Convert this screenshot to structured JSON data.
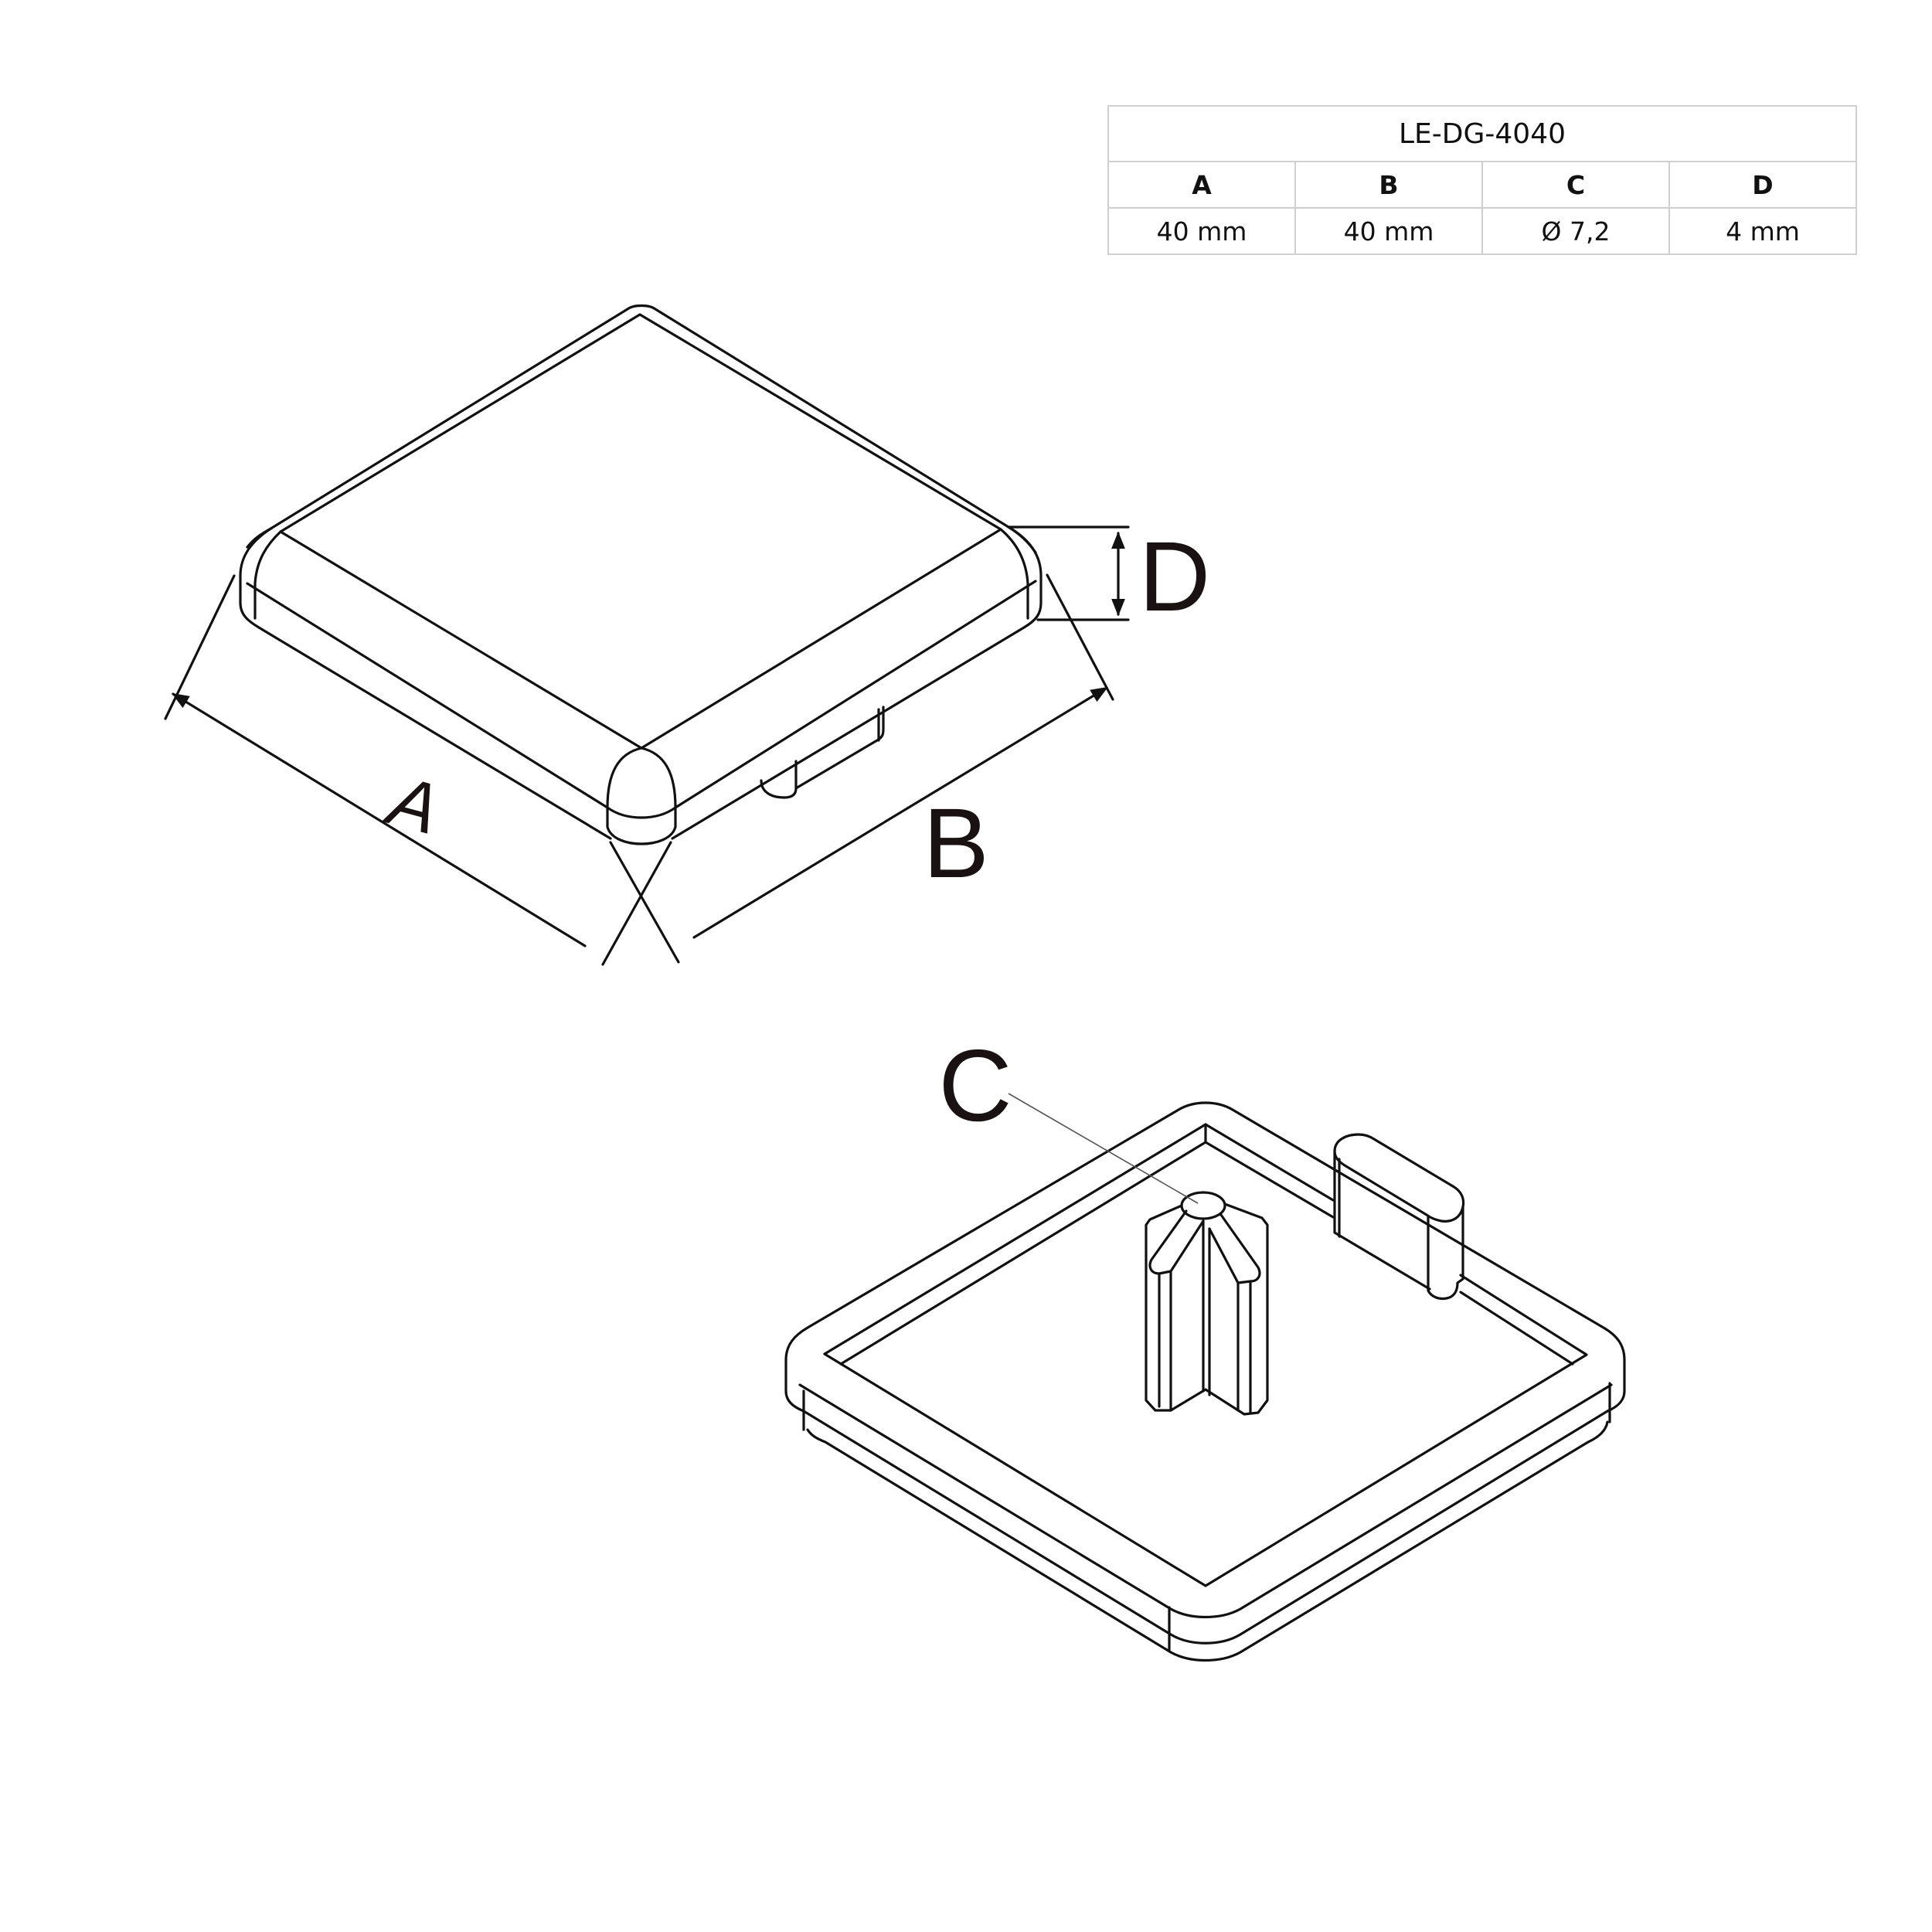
{
  "spec_table": {
    "title": "LE-DG-4040",
    "columns": [
      "A",
      "B",
      "C",
      "D"
    ],
    "values": [
      "40 mm",
      "40 mm",
      "Ø 7,2",
      "4 mm"
    ]
  },
  "drawing": {
    "top_view_labels": {
      "a": "A",
      "b": "B",
      "d": "D"
    },
    "bottom_view_labels": {
      "c": "C"
    }
  },
  "colors": {
    "line": "#111111",
    "label": "#1a1212",
    "table_border": "#cfcfcf"
  }
}
